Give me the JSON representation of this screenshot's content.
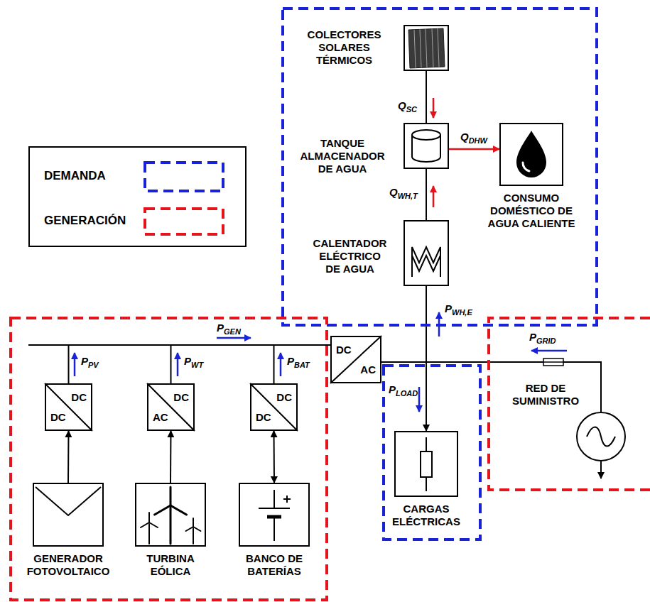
{
  "diagram": {
    "nodes": [
      {
        "text": [
          "COLECTORES SOLARES TÉRMICOS"
        ]
      },
      {
        "text": [
          "TANQUE ALMACENADOR DE AGUA"
        ]
      },
      {
        "text": [
          "CONSUMO DOMÉSTICO DE AGUA CALIENTE"
        ]
      },
      {
        "text": [
          "CALENTADOR ELÉCTRICO DE AGUA"
        ]
      },
      {
        "text": [
          "DC",
          "AC"
        ]
      },
      {
        "text": [
          "DC",
          "DC"
        ]
      },
      {
        "text": [
          "DC",
          "AC"
        ]
      },
      {
        "text": [
          "DC",
          "DC"
        ]
      },
      {
        "text": [
          "RED DE SUMINISTRO"
        ]
      },
      {
        "text": [
          "CARGAS ELÉCTRICAS"
        ]
      },
      {
        "text": [
          "GENERADOR FOTOVOLTAICO"
        ]
      },
      {
        "text": [
          "TURBINA EÓLICA"
        ]
      },
      {
        "text": [
          "BANCO DE BATERÍAS"
        ]
      }
    ],
    "edges": [
      {
        "from": 0,
        "to": 1,
        "arrow": "none"
      },
      {
        "from": 1,
        "to": 2,
        "label": "QDHW",
        "arrow": "to"
      },
      {
        "from": 3,
        "to": 1,
        "arrow": "none"
      },
      {
        "from": 4,
        "to": 3,
        "arrow": "none"
      },
      {
        "from": 4,
        "to": 9,
        "arrow": "to"
      },
      {
        "from": 4,
        "to": 8,
        "arrow": "none"
      },
      {
        "from": 5,
        "to": 4,
        "arrow": "none"
      },
      {
        "from": 6,
        "to": 4,
        "arrow": "none"
      },
      {
        "from": 7,
        "to": 4,
        "arrow": "none"
      },
      {
        "from": 10,
        "to": 5,
        "arrow": "to"
      },
      {
        "from": 11,
        "to": 6,
        "arrow": "to"
      },
      {
        "from": 12,
        "to": 7,
        "arrow": "both"
      }
    ],
    "labels": [
      "QSC",
      "QWH,T",
      "PWH,E",
      "PGEN",
      "PPV",
      "PWT",
      "PBAT",
      "PLOAD",
      "PGRID"
    ],
    "legend": [
      {
        "text": "DEMANDA"
      },
      {
        "text": "GENERACIÓN"
      }
    ]
  }
}
